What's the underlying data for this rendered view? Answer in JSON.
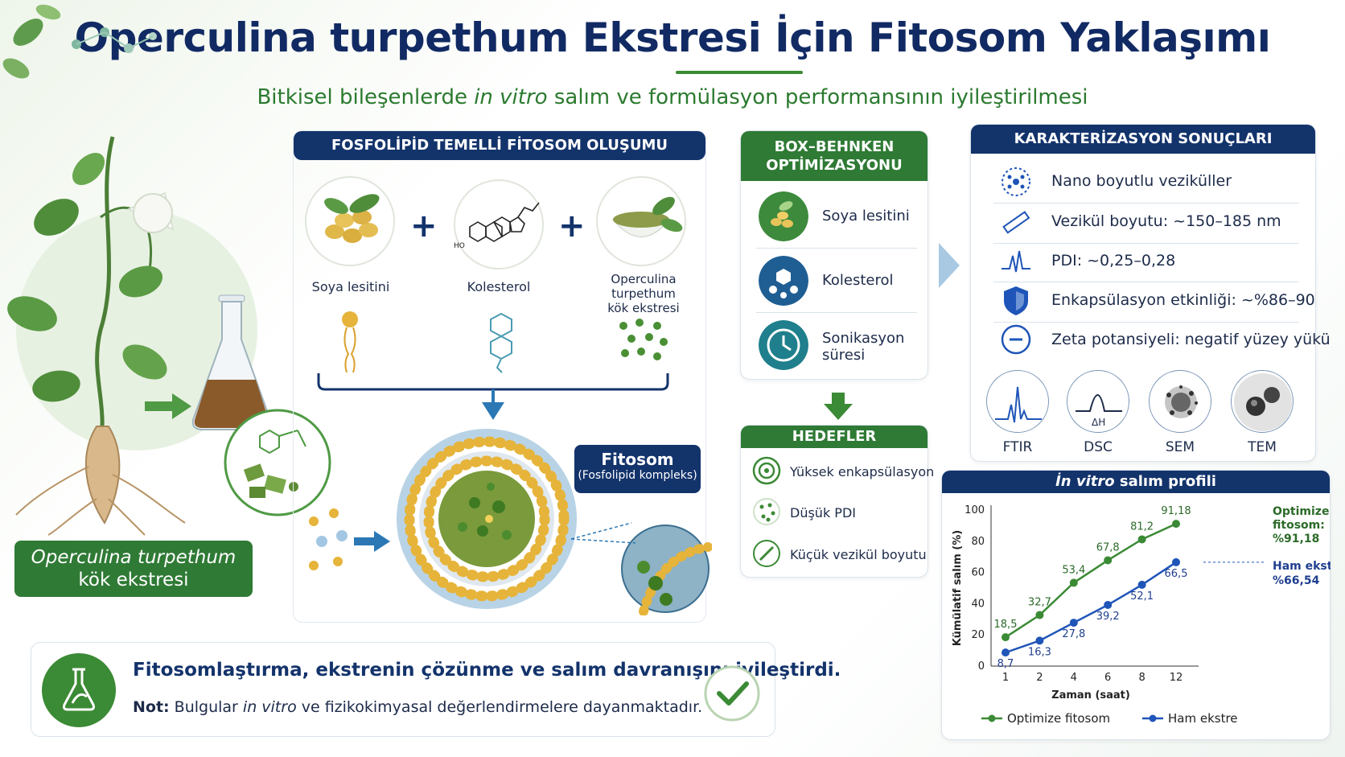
{
  "header": {
    "title": "Operculina turpethum Ekstresi İçin Fitosom Yaklaşımı",
    "subtitle_pre": "Bitkisel bileşenlerde ",
    "subtitle_italic": "in vitro",
    "subtitle_post": " salım ve formülasyon performansının iyileştirilmesi"
  },
  "plant": {
    "label_line1": "Operculina turpethum",
    "label_line2": "kök ekstresi"
  },
  "formation": {
    "heading": "FOSFOLİPİD TEMELLİ FİTOSOM OLUŞUMU",
    "items": [
      {
        "label": "Soya lesitini"
      },
      {
        "label": "Kolesterol"
      },
      {
        "label_line1": "Operculina turpethum",
        "label_line2": "kök ekstresi"
      }
    ],
    "plus": "+",
    "ho": "HO",
    "fitosom_title": "Fitosom",
    "fitosom_sub": "(Fosfolipid kompleks)"
  },
  "box": {
    "heading_line1": "BOX–BEHNKEN",
    "heading_line2": "OPTİMİZASYONU",
    "rows": [
      {
        "label": "Soya lesitini"
      },
      {
        "label": "Kolesterol"
      },
      {
        "label_line1": "Sonikasyon",
        "label_line2": "süresi"
      }
    ]
  },
  "goals": {
    "heading": "HEDEFLER",
    "items": [
      "Yüksek enkapsülasyon",
      "Düşük PDI",
      "Küçük vezikül boyutu"
    ]
  },
  "characterization": {
    "heading": "KARAKTERİZASYON SONUÇLARI",
    "items": [
      "Nano boyutlu veziküller",
      "Vezikül boyutu: ~150–185 nm",
      "PDI: ~0,25–0,28",
      "Enkapsülasyon etkinliği: ~%86–90",
      "Zeta potansiyeli: negatif yüzey yükü"
    ],
    "techniques": [
      "FTIR",
      "DSC",
      "SEM",
      "TEM"
    ],
    "dh": "ΔH"
  },
  "chart_heading_italic": "İn vitro",
  "chart_heading_rest": " salım profili",
  "chart_data": {
    "type": "line",
    "categories": [
      "1",
      "2",
      "4",
      "6",
      "8",
      "12"
    ],
    "xlabel": "Zaman (saat)",
    "ylabel": "Kümülatif salım (%)",
    "ylim": [
      0,
      100
    ],
    "yticks": [
      "0",
      "20",
      "40",
      "60",
      "80",
      "100"
    ],
    "series": [
      {
        "name": "Optimize fitosom",
        "color": "#3b8a35",
        "values": [
          18.5,
          32.7,
          53.4,
          67.8,
          81.2,
          91.18
        ],
        "labels": [
          "18,5",
          "32,7",
          "53,4",
          "67,8",
          "81,2",
          "91,18"
        ]
      },
      {
        "name": "Ham ekstre",
        "color": "#1f55b8",
        "values": [
          8.7,
          16.3,
          27.8,
          39.2,
          52.1,
          66.54
        ],
        "labels": [
          "8,7",
          "16,3",
          "27,8",
          "39,2",
          "52,1",
          "66,5"
        ]
      }
    ],
    "annotations": [
      {
        "line1": "Optimize",
        "line2": "fitosom:",
        "line3": "%91,18"
      },
      {
        "line1": "Ham ekstre:",
        "line2": "%66,54"
      }
    ]
  },
  "conclusion": {
    "main": "Fitosomlaştırma, ekstrenin çözünme ve salım davranışını iyileştirdi.",
    "note_label": "Not:",
    "note_pre": " Bulgular ",
    "note_italic": "in vitro",
    "note_post": " ve fizikokimyasal değerlendirmelere dayanmaktadır."
  },
  "colors": {
    "navy": "#13336b",
    "green": "#2f7a35",
    "series_green": "#3b8a35",
    "series_blue": "#1f55b8"
  }
}
